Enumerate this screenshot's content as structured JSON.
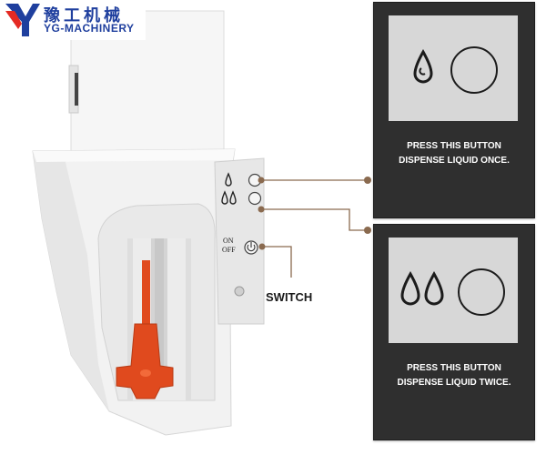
{
  "logo": {
    "brand_cn": "豫工机械",
    "brand_en": "YG-MACHINERY",
    "icon": "yg-logo-icon"
  },
  "device": {
    "buttons": [
      {
        "icon": "single-drop-icon",
        "function": "dispense-once"
      },
      {
        "icon": "double-drop-icon",
        "function": "dispense-twice"
      },
      {
        "icon": "power-icon",
        "label_on": "ON",
        "label_off": "OFF"
      }
    ]
  },
  "callouts": {
    "once": {
      "line1": "PRESS THIS BUTTON",
      "line2": "DISPENSE LIQUID ONCE.",
      "icons": [
        "single-drop-icon",
        "circle-button-icon"
      ]
    },
    "twice": {
      "line1": "PRESS THIS BUTTON",
      "line2": "DISPENSE LIQUID TWICE.",
      "icons": [
        "double-drop-icon",
        "circle-button-icon"
      ]
    },
    "switch_label": "SWITCH"
  },
  "colors": {
    "leader_line": "#8a6a4f",
    "panel_bg": "#2f2f2f",
    "inner_bg": "#d7d7d7",
    "spout": "#e04a1e",
    "brand": "#1f3f9e"
  }
}
